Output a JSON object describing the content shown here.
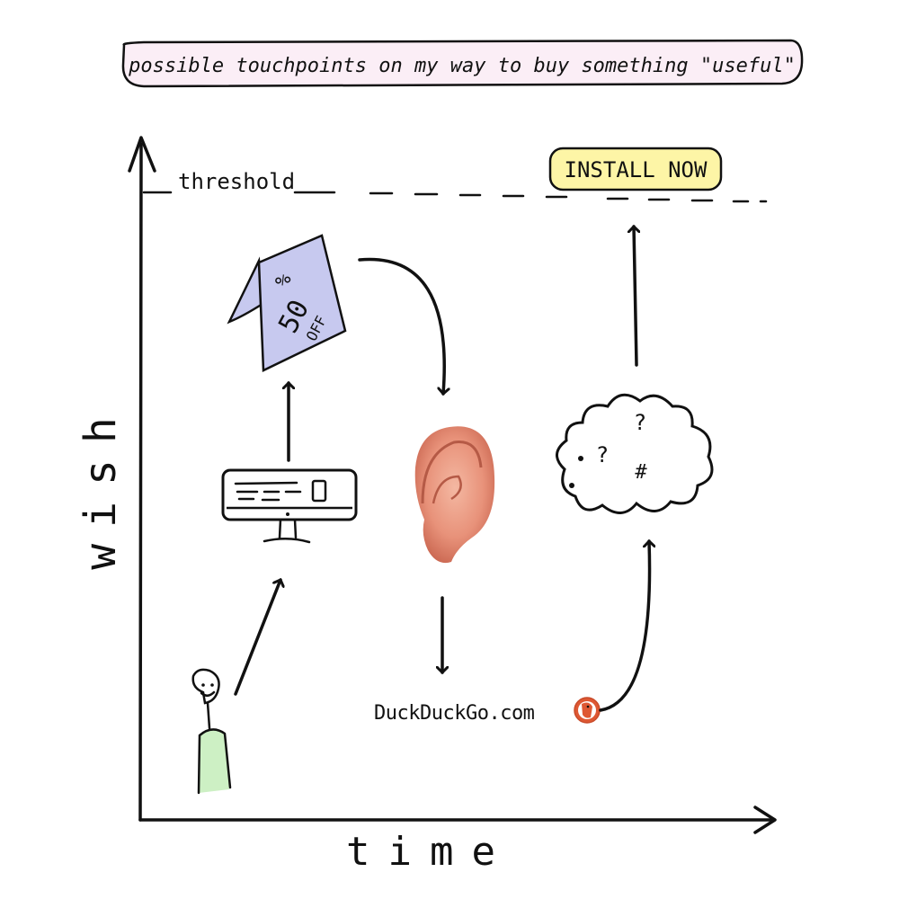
{
  "title": "possible touchpoints on my way to buy something \"useful\"",
  "axes": {
    "x_label": "time",
    "y_label": "wish"
  },
  "threshold_label": "threshold",
  "cta_label": "INSTALL NOW",
  "flyer": {
    "text_percent": "%",
    "text_amount": "50",
    "text_off": "OFF"
  },
  "search_label": "DuckDuckGo.com",
  "thought_symbols": [
    "?",
    "?",
    "#"
  ],
  "colors": {
    "title_bg": "#fbeef6",
    "cta_bg": "#fdf5a6",
    "flyer_fill": "#c7c9ef",
    "person_body": "#cdf0c4",
    "ear": "#e8927a",
    "ddg": "#de5833"
  }
}
